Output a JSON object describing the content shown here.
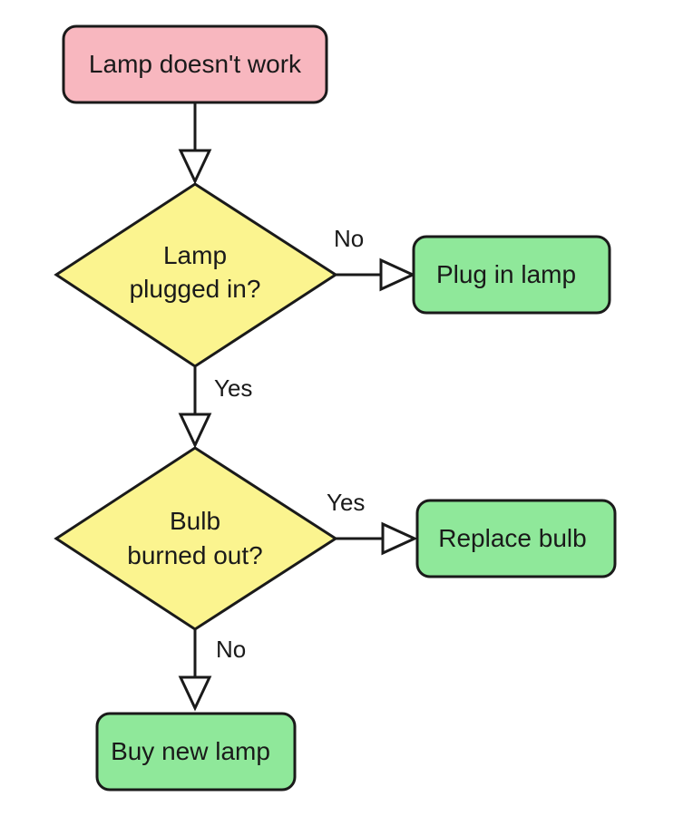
{
  "colors": {
    "start": "#f8b7bf",
    "decision": "#fbf48f",
    "action": "#8fe89a",
    "stroke": "#1a1a1a"
  },
  "nodes": {
    "start": {
      "label": "Lamp doesn't work"
    },
    "decision_plugged": {
      "line1": "Lamp",
      "line2": "plugged in?"
    },
    "plug_in": {
      "label": "Plug in lamp"
    },
    "decision_bulb": {
      "line1": "Bulb",
      "line2": "burned out?"
    },
    "replace_bulb": {
      "label": "Replace bulb"
    },
    "buy_lamp": {
      "label": "Buy new lamp"
    }
  },
  "edges": {
    "plugged_no": "No",
    "plugged_yes": "Yes",
    "bulb_yes": "Yes",
    "bulb_no": "No"
  }
}
